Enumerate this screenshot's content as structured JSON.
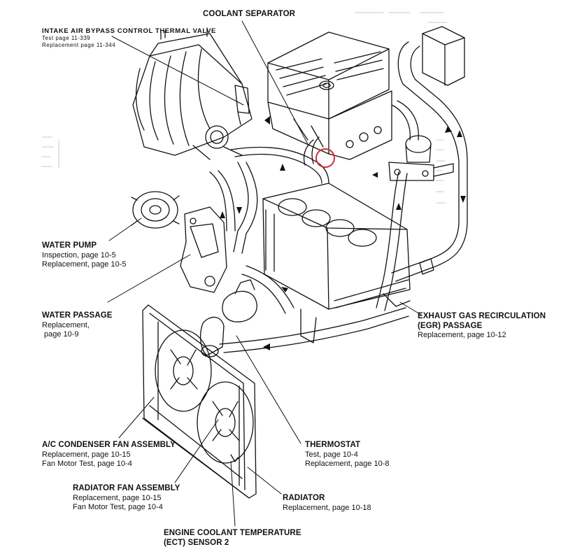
{
  "colors": {
    "ink": "#111111",
    "highlight_circle": "#d6283a",
    "background": "#ffffff"
  },
  "labels": {
    "coolant_separator": {
      "title": "COOLANT SEPARATOR"
    },
    "intake_valve": {
      "title": "INTAKE AIR BYPASS CONTROL THERMAL VALVE",
      "line1": "Test page 11-339",
      "line2": "Replacement page 11-344"
    },
    "water_pump": {
      "title": "WATER PUMP",
      "line1": "Inspection, page 10-5",
      "line2": "Replacement, page 10-5"
    },
    "water_passage": {
      "title": "WATER PASSAGE",
      "line1": "Replacement,",
      "line2": "page 10-9"
    },
    "egr": {
      "title1": "EXHAUST GAS RECIRCULATION",
      "title2": "(EGR) PASSAGE",
      "line1": "Replacement, page 10-12"
    },
    "ac_fan": {
      "title": "A/C CONDENSER FAN ASSEMBLY",
      "line1": "Replacement, page 10-15",
      "line2": "Fan Motor Test, page 10-4"
    },
    "thermostat": {
      "title": "THERMOSTAT",
      "line1": "Test, page 10-4",
      "line2": "Replacement, page 10-8"
    },
    "radiator_fan": {
      "title": "RADIATOR FAN ASSEMBLY",
      "line1": "Replacement, page 10-15",
      "line2": "Fan Motor Test, page 10-4"
    },
    "radiator": {
      "title": "RADIATOR",
      "line1": "Replacement, page 10-18"
    },
    "ect_sensor": {
      "title1": "ENGINE COOLANT TEMPERATURE",
      "title2": "(ECT) SENSOR 2"
    }
  }
}
